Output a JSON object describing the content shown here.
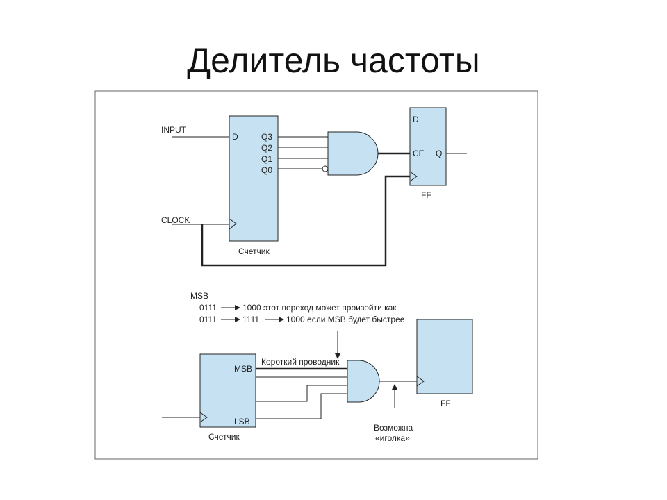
{
  "slide": {
    "title": "Делитель частоты"
  },
  "colors": {
    "block_fill": "#c6e2f2",
    "line": "#222222"
  },
  "top_circuit": {
    "input_label": "INPUT",
    "clock_label": "CLOCK",
    "counter": {
      "d": "D",
      "q3": "Q3",
      "q2": "Q2",
      "q1": "Q1",
      "q0": "Q0",
      "caption": "Счетчик"
    },
    "ff": {
      "d": "D",
      "ce": "CE",
      "q": "Q",
      "caption": "FF"
    }
  },
  "bottom_circuit": {
    "msb_note": "MSB",
    "line1_a": "0111",
    "line1_b": "1000 этот переход может произойти как",
    "line2_a": "0111",
    "line2_b": "1111",
    "line2_c": "1000 если MSB будет быстрее",
    "short_wire": "Короткий проводник",
    "counter": {
      "msb": "MSB",
      "lsb": "LSB",
      "caption": "Счетчик"
    },
    "ff_caption": "FF",
    "glitch_line1": "Возможна",
    "glitch_line2": "«иголка»"
  }
}
